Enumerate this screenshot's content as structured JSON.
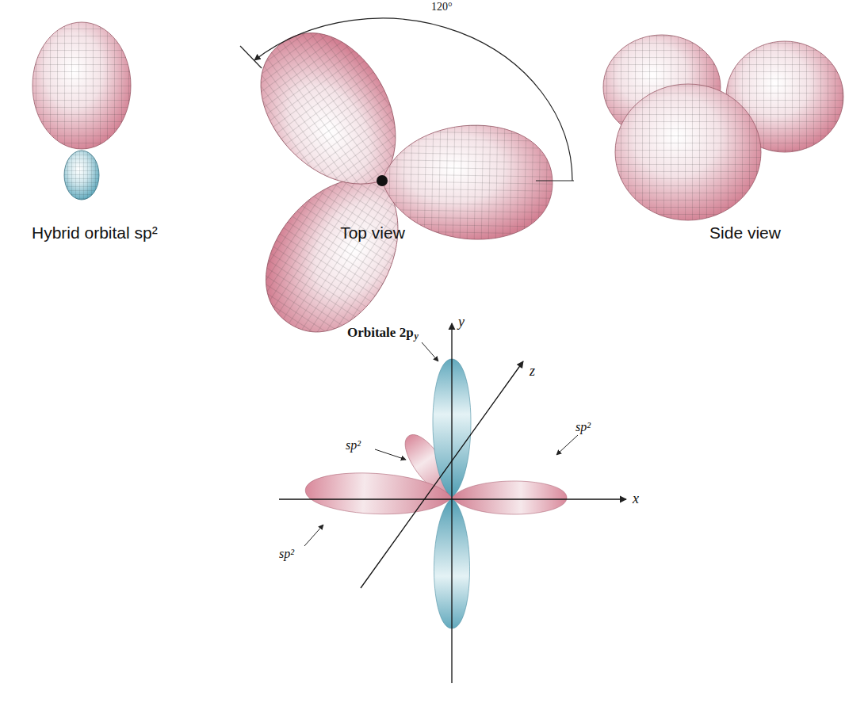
{
  "diagram": {
    "labels": [
      "Hybrid orbital sp²",
      "Top view",
      "Side view",
      "120°",
      "Orbitale 2p",
      "y",
      "sp²",
      "sp²",
      "sp²",
      "y",
      "z",
      "x"
    ]
  }
}
